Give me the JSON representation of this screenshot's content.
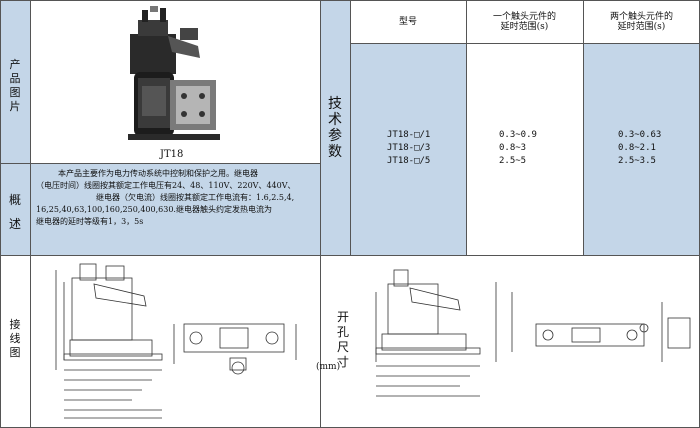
{
  "labels": {
    "product_image": [
      "产",
      "品",
      "图",
      "片"
    ],
    "overview": [
      "概",
      "述"
    ],
    "wiring": [
      "接",
      "线",
      "图"
    ],
    "tech_params": [
      "技",
      "术",
      "参",
      "数"
    ],
    "cutout": [
      "开",
      "孔",
      "尺",
      "寸"
    ],
    "cutout_unit": "(mm)"
  },
  "product": {
    "caption": "JT18"
  },
  "description": {
    "lines": [
      "本产品主要作为电力传动系统中控制和保护之用。继电器",
      "（电压时间）线圈按其额定工作电压有24、48、110V、220V、440V、",
      "继电器（欠电流）线圈按其额定工作电流有：1.6,2.5,4,",
      "16,25,40,63,100,160,250,400,630.继电器触头约定发热电流为",
      "继电器的延时等级有1，3，5s"
    ]
  },
  "table": {
    "headers": {
      "model": "型号",
      "one_contact": [
        "一个触头元件的",
        "延时范围(s)"
      ],
      "two_contact": [
        "两个触头元件的",
        "延时范围(s)"
      ]
    },
    "models": [
      "JT18-□/1",
      "JT18-□/3",
      "JT18-□/5"
    ],
    "one_contact": [
      "0.3~0.9",
      "0.8~3",
      "2.5~5"
    ],
    "two_contact": [
      "0.3~0.63",
      "0.8~2.1",
      "2.5~3.5"
    ]
  },
  "colors": {
    "highlight_blue": "#c4d6e8",
    "border": "#555555"
  }
}
